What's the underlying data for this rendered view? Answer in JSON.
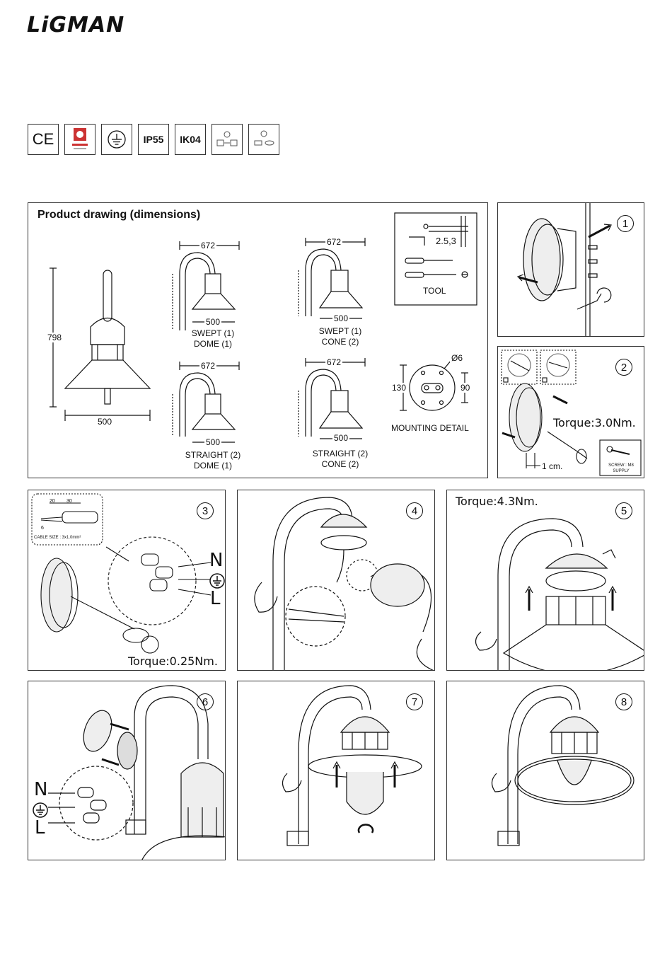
{
  "brand": "LiGMAN",
  "certifications": [
    "CE",
    "",
    "",
    "IP55",
    "IK04",
    "",
    ""
  ],
  "dimensions_panel": {
    "title": "Product drawing (dimensions)",
    "height": "798",
    "width": "500",
    "arm_width": "672",
    "shade_width": "500",
    "variants": [
      {
        "line1": "SWEPT (1)",
        "line2": "DOME (1)"
      },
      {
        "line1": "SWEPT (1)",
        "line2": "CONE (2)"
      },
      {
        "line1": "STRAIGHT (2)",
        "line2": "DOME (1)"
      },
      {
        "line1": "STRAIGHT (2)",
        "line2": "CONE (2)"
      }
    ],
    "tool_label": "TOOL",
    "tool_size": "2.5,3",
    "mounting": {
      "label": "MOUNTING DETAIL",
      "hole": "Ø6",
      "height": "130",
      "width": "90"
    }
  },
  "steps": [
    {
      "number": "1"
    },
    {
      "number": "2",
      "torque": "Torque:3.0Nm.",
      "distance": "1 cm.",
      "screw_line1": "SCREW : M8",
      "screw_line2": "SUPPLY"
    },
    {
      "number": "3",
      "torque": "Torque:0.25Nm.",
      "cable_size": "CABLE SIZE : 3x1.0mm²",
      "strip_a": "20",
      "strip_b": "30",
      "strip_c": "6",
      "wire_n": "N",
      "wire_l": "L"
    },
    {
      "number": "4"
    },
    {
      "number": "5",
      "torque": "Torque:4.3Nm."
    },
    {
      "number": "6",
      "wire_n": "N",
      "wire_l": "L"
    },
    {
      "number": "7"
    },
    {
      "number": "8"
    }
  ]
}
